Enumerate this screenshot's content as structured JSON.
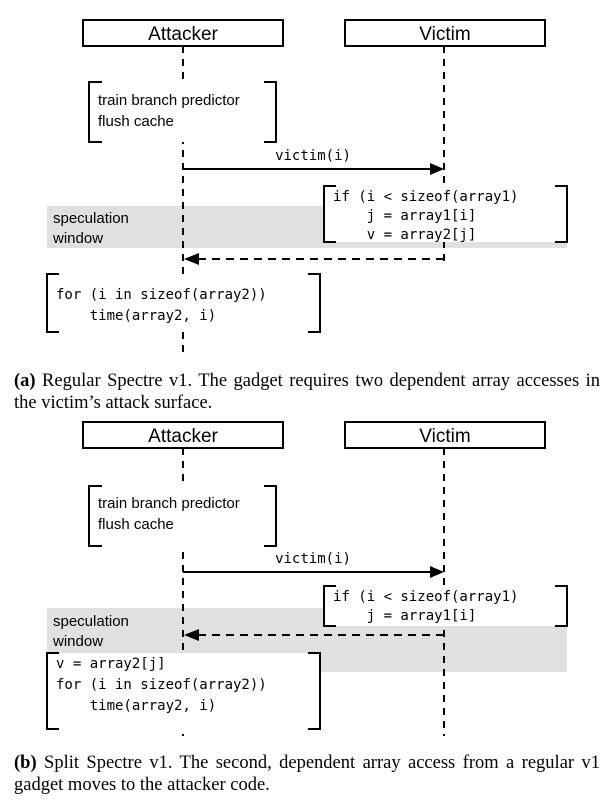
{
  "figure_a": {
    "attacker_label": "Attacker",
    "victim_label": "Victim",
    "attacker_box_lines": [
      "train branch predictor",
      "flush cache"
    ],
    "call_label": "victim(i)",
    "speculation_lines": [
      "speculation",
      "window"
    ],
    "victim_code_lines": [
      "if (i < sizeof(array1)",
      "    j = array1[i]",
      "    v = array2[j]"
    ],
    "attacker_code_lines": [
      "for (i in sizeof(array2))",
      "    time(array2, i)"
    ],
    "caption_tag": "(a)",
    "caption_text": "Regular Spectre v1. The gadget requires two dependent array accesses in the victim’s attack surface."
  },
  "figure_b": {
    "attacker_label": "Attacker",
    "victim_label": "Victim",
    "attacker_box_lines": [
      "train branch predictor",
      "flush cache"
    ],
    "call_label": "victim(i)",
    "speculation_lines": [
      "speculation",
      "window"
    ],
    "victim_code_lines": [
      "if (i < sizeof(array1)",
      "    j = array1[i]"
    ],
    "attacker_code_lines": [
      "v = array2[j]",
      "for (i in sizeof(array2))",
      "    time(array2, i)"
    ],
    "caption_tag": "(b)",
    "caption_text": "Split Spectre v1. The second, dependent array access from a regular v1 gadget moves to the attacker code."
  }
}
